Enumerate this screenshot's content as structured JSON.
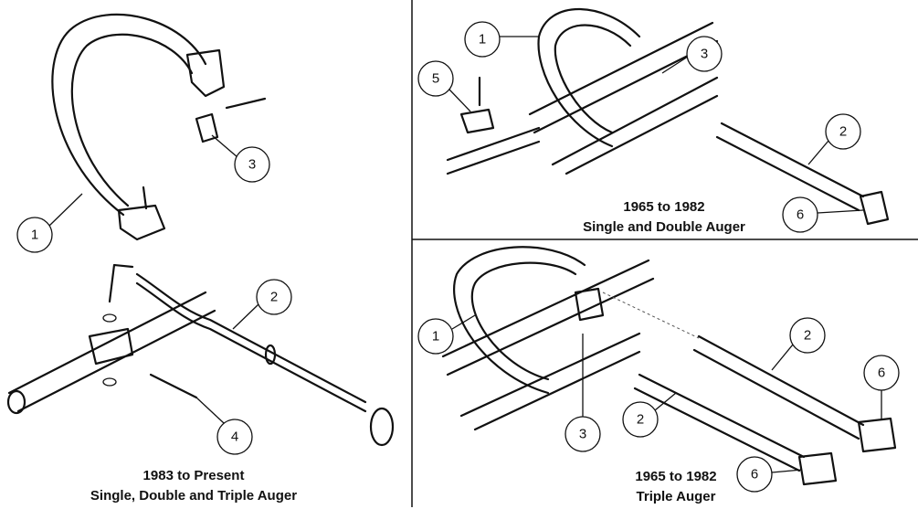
{
  "panels": {
    "top_left": {
      "callouts": [
        "1",
        "3"
      ]
    },
    "bottom_left": {
      "callouts": [
        "2",
        "4"
      ],
      "caption_line1": "1983 to Present",
      "caption_line2": "Single, Double and Triple Auger"
    },
    "top_right": {
      "callouts": [
        "1",
        "3",
        "5",
        "2",
        "6"
      ],
      "caption_line1": "1965 to 1982",
      "caption_line2": "Single and Double Auger"
    },
    "bottom_right": {
      "callouts": [
        "1",
        "2",
        "6",
        "2",
        "3",
        "6"
      ],
      "caption_line1": "1965 to 1982",
      "caption_line2": "Triple Auger"
    }
  }
}
